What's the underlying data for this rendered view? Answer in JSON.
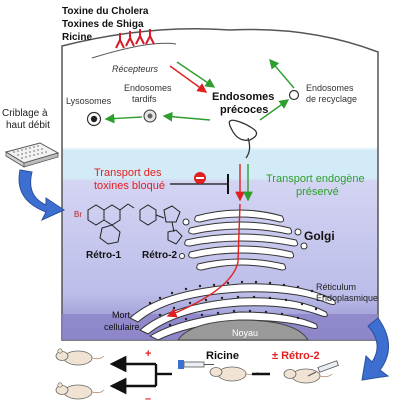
{
  "toxins": {
    "cholera": "Toxine du Cholera",
    "shiga": "Toxines de Shiga",
    "ricin": "Ricine"
  },
  "labels": {
    "receptors": "Récepteurs",
    "early_endosomes_1": "Endosomes",
    "early_endosomes_2": "précoces",
    "late_endosomes_1": "Endosomes",
    "late_endosomes_2": "tardifs",
    "recycling_endosomes_1": "Endosomes",
    "recycling_endosomes_2": "de recyclage",
    "lysosomes": "Lysosomes",
    "screening_1": "Criblage à",
    "screening_2": "haut débit",
    "blocked_1": "Transport des",
    "blocked_2": "toxines bloqué",
    "endogenous_1": "Transport endogène",
    "endogenous_2": "préservé",
    "retro1": "Rétro-1",
    "retro2": "Rétro-2",
    "golgi": "Golgi",
    "er_1": "Réticulum",
    "er_2": "Endoplasmique",
    "nucleus": "Noyau",
    "death_1": "Mort",
    "death_2": "cellulaire",
    "ricin_bottom": "Ricine",
    "retro2_treatment": "± Rétro-2",
    "plus": "+",
    "minus": "–",
    "bromo": "Br"
  },
  "colors": {
    "blocked_red": "#e02020",
    "preserved_green": "#2e9e2e",
    "band_light_blue": "#cfe8f5",
    "lower_lavender": "#c7c9ee",
    "bottom_violet": "#8c86c9",
    "arrow_blue": "#3d6fd1"
  }
}
